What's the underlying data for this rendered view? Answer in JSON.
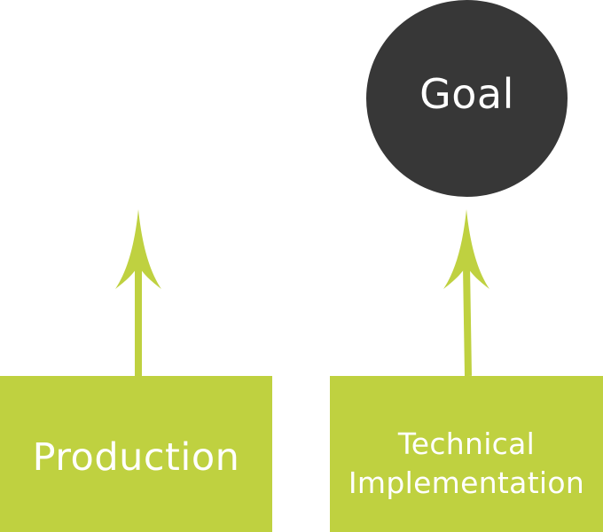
{
  "goal": {
    "label": "Goal"
  },
  "boxes": [
    {
      "id": "production",
      "label_lines": [
        "Production"
      ]
    },
    {
      "id": "technical",
      "label_lines": [
        "Technical",
        "Implementation"
      ]
    }
  ],
  "colors": {
    "box_fill": "#bfd140",
    "arrow": "#bfd140",
    "goal_fill": "#373737",
    "text": "#ffffff"
  }
}
